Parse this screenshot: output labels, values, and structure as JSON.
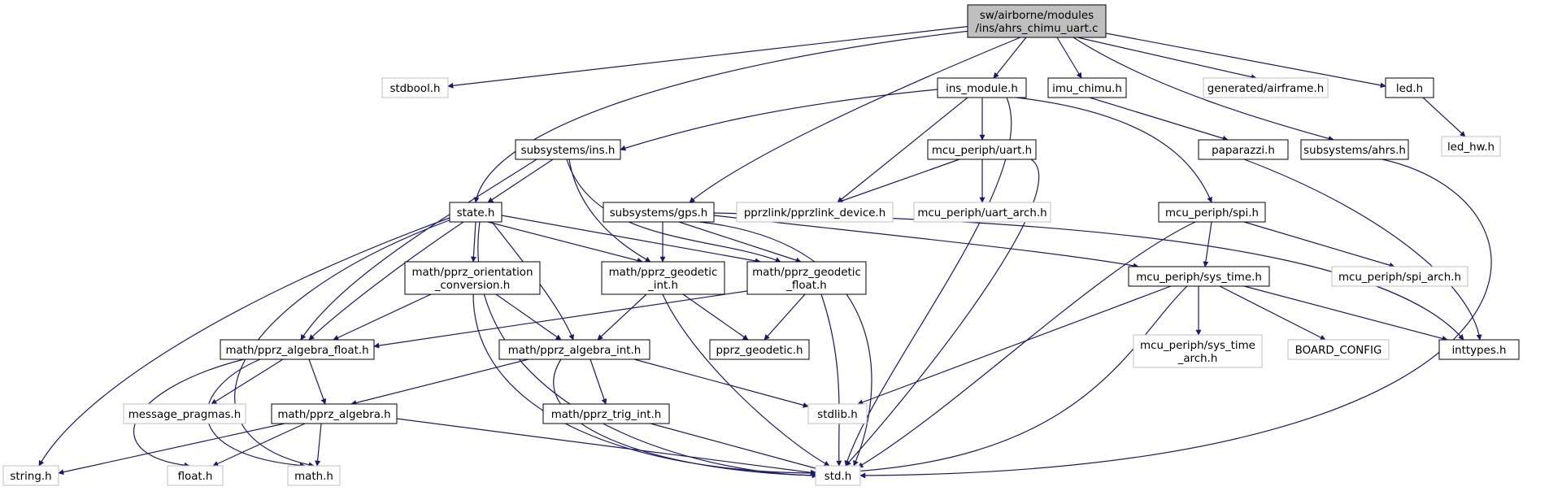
{
  "diagram": {
    "colors": {
      "edge": "#191970",
      "node_border_dark": "#000000",
      "node_border_light": "#bfbfbf",
      "root_fill": "#bfbfbf",
      "node_fill": "#ffffff",
      "text": "#000000"
    },
    "nodes": [
      {
        "id": "root",
        "lines": [
          "sw/airborne/modules",
          "/ins/ahrs_chimu_uart.c"
        ],
        "style": "root"
      },
      {
        "id": "stdbool",
        "lines": [
          "stdbool.h"
        ],
        "style": "missing"
      },
      {
        "id": "ins_module",
        "lines": [
          "ins_module.h"
        ],
        "style": "normal"
      },
      {
        "id": "imu_chimu",
        "lines": [
          "imu_chimu.h"
        ],
        "style": "normal"
      },
      {
        "id": "airframe",
        "lines": [
          "generated/airframe.h"
        ],
        "style": "missing"
      },
      {
        "id": "led",
        "lines": [
          "led.h"
        ],
        "style": "normal"
      },
      {
        "id": "led_hw",
        "lines": [
          "led_hw.h"
        ],
        "style": "missing"
      },
      {
        "id": "sub_ins",
        "lines": [
          "subsystems/ins.h"
        ],
        "style": "normal"
      },
      {
        "id": "uart",
        "lines": [
          "mcu_periph/uart.h"
        ],
        "style": "normal"
      },
      {
        "id": "paparazzi",
        "lines": [
          "paparazzi.h"
        ],
        "style": "normal"
      },
      {
        "id": "sub_ahrs",
        "lines": [
          "subsystems/ahrs.h"
        ],
        "style": "normal"
      },
      {
        "id": "state",
        "lines": [
          "state.h"
        ],
        "style": "normal"
      },
      {
        "id": "sub_gps",
        "lines": [
          "subsystems/gps.h"
        ],
        "style": "normal"
      },
      {
        "id": "pprzlink",
        "lines": [
          "pprzlink/pprzlink_device.h"
        ],
        "style": "missing"
      },
      {
        "id": "uart_arch",
        "lines": [
          "mcu_periph/uart_arch.h"
        ],
        "style": "missing"
      },
      {
        "id": "spi",
        "lines": [
          "mcu_periph/spi.h"
        ],
        "style": "normal"
      },
      {
        "id": "orient",
        "lines": [
          "math/pprz_orientation",
          "_conversion.h"
        ],
        "style": "normal"
      },
      {
        "id": "geo_int",
        "lines": [
          "math/pprz_geodetic",
          "_int.h"
        ],
        "style": "normal"
      },
      {
        "id": "geo_float",
        "lines": [
          "math/pprz_geodetic",
          "_float.h"
        ],
        "style": "normal"
      },
      {
        "id": "sys_time",
        "lines": [
          "mcu_periph/sys_time.h"
        ],
        "style": "normal"
      },
      {
        "id": "spi_arch",
        "lines": [
          "mcu_periph/spi_arch.h"
        ],
        "style": "missing"
      },
      {
        "id": "alg_float",
        "lines": [
          "math/pprz_algebra_float.h"
        ],
        "style": "normal"
      },
      {
        "id": "alg_int",
        "lines": [
          "math/pprz_algebra_int.h"
        ],
        "style": "normal"
      },
      {
        "id": "geodetic",
        "lines": [
          "pprz_geodetic.h"
        ],
        "style": "normal"
      },
      {
        "id": "sys_time_arch",
        "lines": [
          "mcu_periph/sys_time",
          "_arch.h"
        ],
        "style": "missing"
      },
      {
        "id": "board_config",
        "lines": [
          "BOARD_CONFIG"
        ],
        "style": "missing"
      },
      {
        "id": "inttypes",
        "lines": [
          "inttypes.h"
        ],
        "style": "normal"
      },
      {
        "id": "msg_pragmas",
        "lines": [
          "message_pragmas.h"
        ],
        "style": "missing"
      },
      {
        "id": "alg",
        "lines": [
          "math/pprz_algebra.h"
        ],
        "style": "normal"
      },
      {
        "id": "stdlib",
        "lines": [
          "stdlib.h"
        ],
        "style": "missing"
      },
      {
        "id": "trig_int",
        "lines": [
          "math/pprz_trig_int.h"
        ],
        "style": "normal"
      },
      {
        "id": "string",
        "lines": [
          "string.h"
        ],
        "style": "missing"
      },
      {
        "id": "float",
        "lines": [
          "float.h"
        ],
        "style": "missing"
      },
      {
        "id": "math",
        "lines": [
          "math.h"
        ],
        "style": "missing"
      },
      {
        "id": "std",
        "lines": [
          "std.h"
        ],
        "style": "missing"
      }
    ]
  }
}
